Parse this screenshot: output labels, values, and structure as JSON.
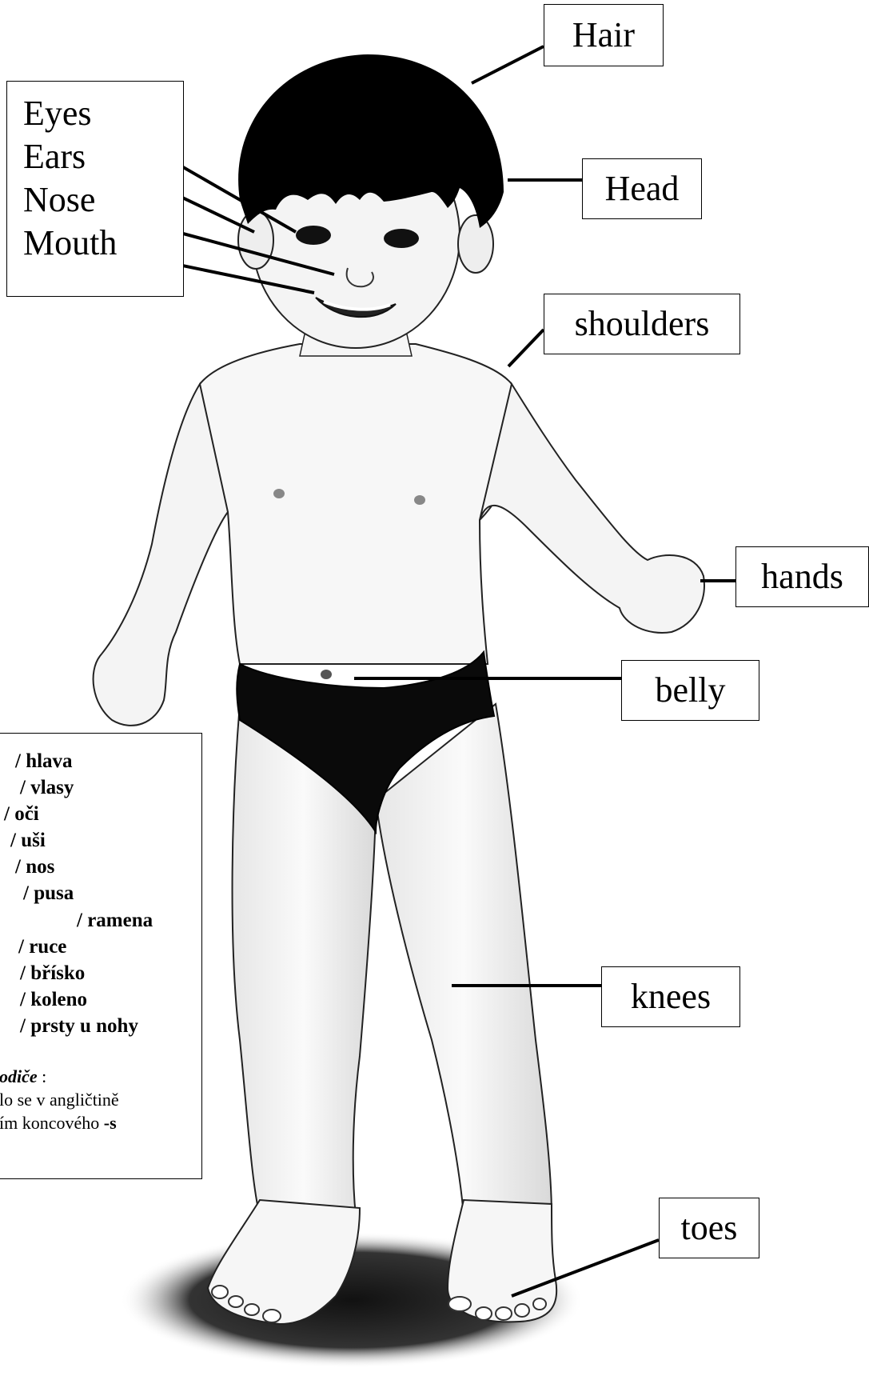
{
  "labels": {
    "hair": "Hair",
    "head": "Head",
    "shoulders": "shoulders",
    "hands": "hands",
    "belly": "belly",
    "knees": "knees",
    "toes": "toes",
    "face_group": [
      "Eyes",
      "Ears",
      "Nose",
      "Mouth"
    ]
  },
  "vocabulary": [
    "/ hlava",
    "/ vlasy",
    "/ oči",
    "/ uši",
    "/ nos",
    "/ pusa",
    "/ ramena",
    "/ ruce",
    "/ břísko",
    "/ koleno",
    "/ prsty u nohy"
  ],
  "note": {
    "heading": "odiče",
    "heading_suffix": " :",
    "line1": "lo se v angličtině",
    "line2_prefix": "ím koncového ",
    "line2_bold": "-s"
  }
}
